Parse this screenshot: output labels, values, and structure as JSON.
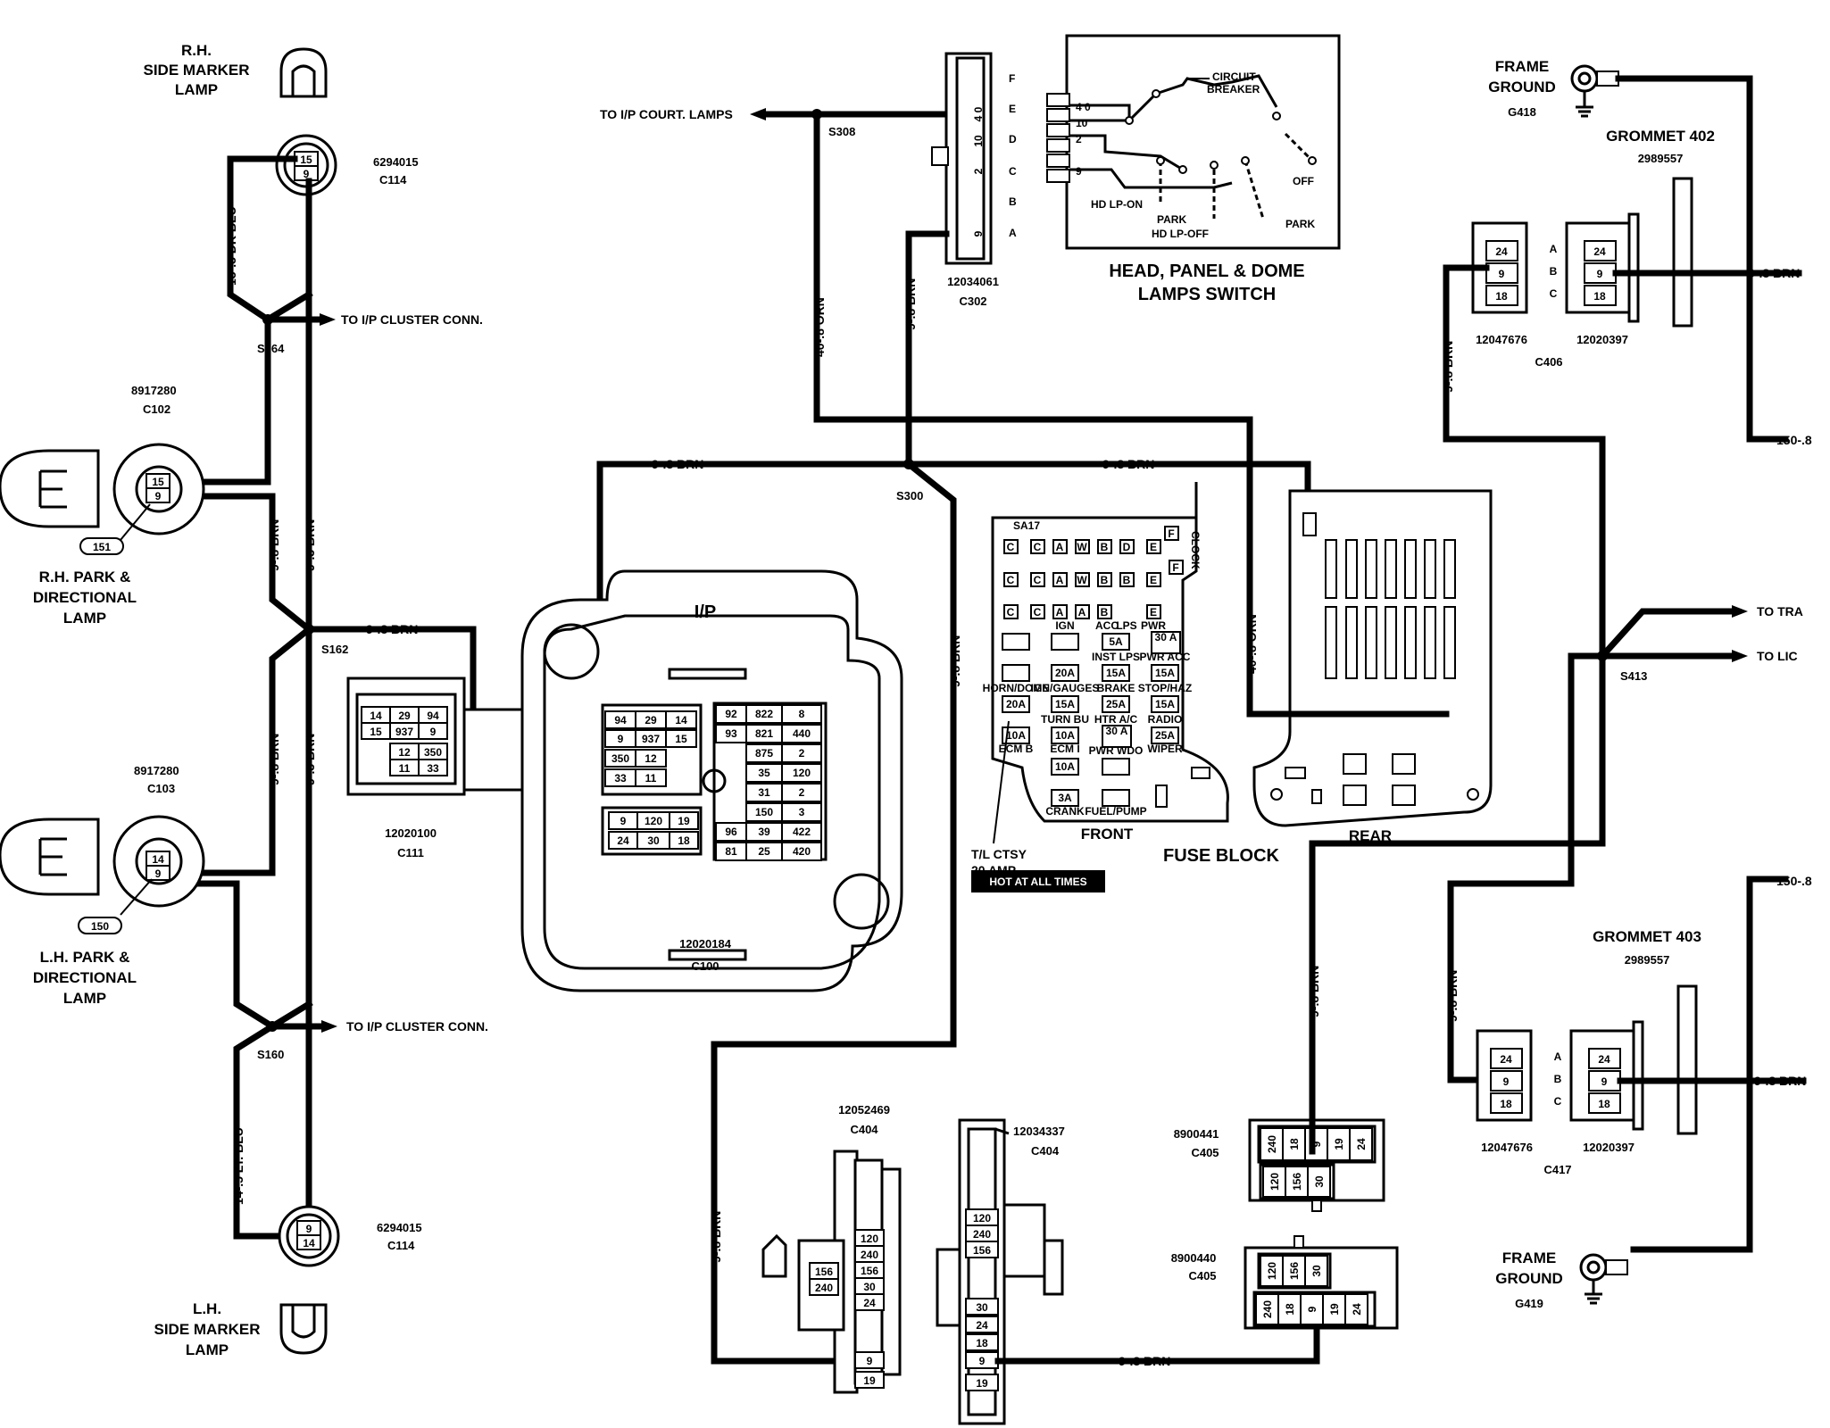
{
  "labels": {
    "rh_side_marker": [
      "R.H.",
      "SIDE MARKER",
      "LAMP"
    ],
    "lh_side_marker": [
      "L.H.",
      "SIDE MARKER",
      "LAMP"
    ],
    "rh_park": [
      "R.H. PARK &",
      "DIRECTIONAL",
      "LAMP"
    ],
    "lh_park": [
      "L.H. PARK &",
      "DIRECTIONAL",
      "LAMP"
    ],
    "ip": "I/P",
    "head_switch": [
      "HEAD, PANEL & DOME",
      "LAMPS SWITCH"
    ],
    "fuse_block": "FUSE BLOCK",
    "front": "FRONT",
    "rear": "REAR",
    "tl_ctsy": [
      "T/L CTSY",
      "20 AMP"
    ],
    "hot_at_all_times": "HOT AT ALL TIMES",
    "frame_ground": [
      "FRAME",
      "GROUND"
    ],
    "g418": "G418",
    "g419": "G419",
    "grommet_402": "GROMMET 402",
    "grommet_403": "GROMMET 403",
    "grommet_pn": "2989557",
    "circuit_breaker": [
      "CIRCUIT",
      "BREAKER"
    ],
    "off": "OFF",
    "park": "PARK",
    "hd_lp_on": "HD LP-ON",
    "hd_lp_off": "HD LP-OFF",
    "to_ip_court": "TO I/P COURT. LAMPS",
    "to_ip_cluster": "TO I/P CLUSTER CONN.",
    "to_tra": "TO TRA",
    "to_lic": "TO LIC"
  },
  "splices": [
    "S308",
    "S300",
    "S164",
    "S162",
    "S160",
    "S413"
  ],
  "connectors": {
    "c114_pn": "6294015",
    "c114": "C114",
    "c102_pn": "8917280",
    "c102": "C102",
    "c103_pn": "8917280",
    "c103": "C103",
    "c111_pn": "12020100",
    "c111": "C111",
    "c100_pn": "12020184",
    "c100": "C100",
    "c302_pn": "12034061",
    "c302": "C302",
    "c404a_pn": "12052469",
    "c404": "C404",
    "c404b_pn": "12034337",
    "c405a_pn": "8900441",
    "c405": "C405",
    "c405b_pn": "8900440",
    "c406_pn1": "12047676",
    "c406_pn2": "12020397",
    "c406": "C406",
    "c417_pn1": "12047676",
    "c417_pn2": "12020397",
    "c417": "C417"
  },
  "wires": {
    "dk_blu": "15-.5 DK BLU",
    "lt_blu": "14-.5 LT. BLU",
    "brn_9_8": "9-.8 BRN",
    "brn_9_5": "9-.5 BRN",
    "orn_40_8": "40-.8 ORN",
    "w150": "150-.8"
  },
  "pins": {
    "c114_top": [
      "15",
      "9"
    ],
    "c114_bot": [
      "9",
      "14"
    ],
    "c102": [
      "15",
      "9"
    ],
    "c103": [
      "14",
      "9"
    ],
    "ref_151": "151",
    "ref_150": "150",
    "c111_rows": [
      [
        "14",
        "29",
        "94"
      ],
      [
        "15",
        "937",
        "9"
      ],
      [
        "12",
        "350"
      ],
      [
        "11",
        "33"
      ]
    ],
    "c100_left": [
      [
        "94",
        "29",
        "14"
      ],
      [
        "9",
        "937",
        "15"
      ],
      [
        "350",
        "12"
      ],
      [
        "33",
        "11"
      ]
    ],
    "c100_mid": [
      [
        "92",
        "822",
        "8"
      ],
      [
        "93",
        "821",
        "440"
      ],
      [
        "875",
        "2"
      ],
      [
        "35",
        "120"
      ],
      [
        "31",
        "2"
      ],
      [
        "150",
        "3"
      ],
      [
        "96",
        "39",
        "422"
      ],
      [
        "81",
        "25",
        "420"
      ]
    ],
    "c100_low": [
      [
        "9",
        "120",
        "19"
      ],
      [
        "24",
        "30",
        "18"
      ]
    ],
    "c302_nums": [
      "4 0",
      "10",
      "2",
      "9"
    ],
    "c302_letters": [
      "F",
      "E",
      "D",
      "C",
      "B",
      "A"
    ],
    "switch_pins": [
      "4 0",
      "10",
      "2",
      "9"
    ],
    "c406": [
      "24",
      "9",
      "18"
    ],
    "abc": [
      "A",
      "B",
      "C"
    ],
    "c404a_top": [
      "120",
      "240",
      "156",
      "30",
      "24"
    ],
    "c404a_side": [
      "156",
      "240"
    ],
    "c404a_bot": [
      "9",
      "19"
    ],
    "c404b_top": [
      "120",
      "240",
      "156"
    ],
    "c404b_bot": [
      "30",
      "24",
      "18",
      "9",
      "19"
    ],
    "c405a_top": [
      "240",
      "18",
      "9",
      "19",
      "24"
    ],
    "c405a_bot": [
      "120",
      "156",
      "30"
    ],
    "c405b_top": [
      "120",
      "156",
      "30"
    ],
    "c405b_bot": [
      "240",
      "18",
      "9",
      "19",
      "24"
    ]
  },
  "fuses": {
    "front_top_codes": [
      "SA17",
      "CLOCK"
    ],
    "row_letters_1": [
      "C",
      "C",
      "A",
      "W",
      "B",
      "D",
      "E",
      "F"
    ],
    "row_letters_2": [
      "C",
      "C",
      "A",
      "W",
      "B",
      "B",
      "E",
      "F"
    ],
    "row_letters_3": [
      "C",
      "C",
      "A",
      "A",
      "B",
      "E"
    ],
    "captions": [
      "IGN",
      "ACC",
      "LPS",
      "PWR",
      "INST LPS",
      "PWR ACC",
      "IGN/GAUGES",
      "BRAKE",
      "STOP/HAZ",
      "HORN/DOME",
      "TURN BU",
      "HTR A/C",
      "RADIO",
      "ECM B",
      "ECM I",
      "PWR WDO",
      "WIPER",
      "CRANK",
      "FUEL/PUMP"
    ],
    "ratings": [
      "5A",
      "30 A",
      "20A",
      "15A",
      "15A",
      "20A",
      "15A",
      "25A",
      "15A",
      "10A",
      "10A",
      "30 A",
      "25A",
      "10A",
      "3A"
    ]
  }
}
